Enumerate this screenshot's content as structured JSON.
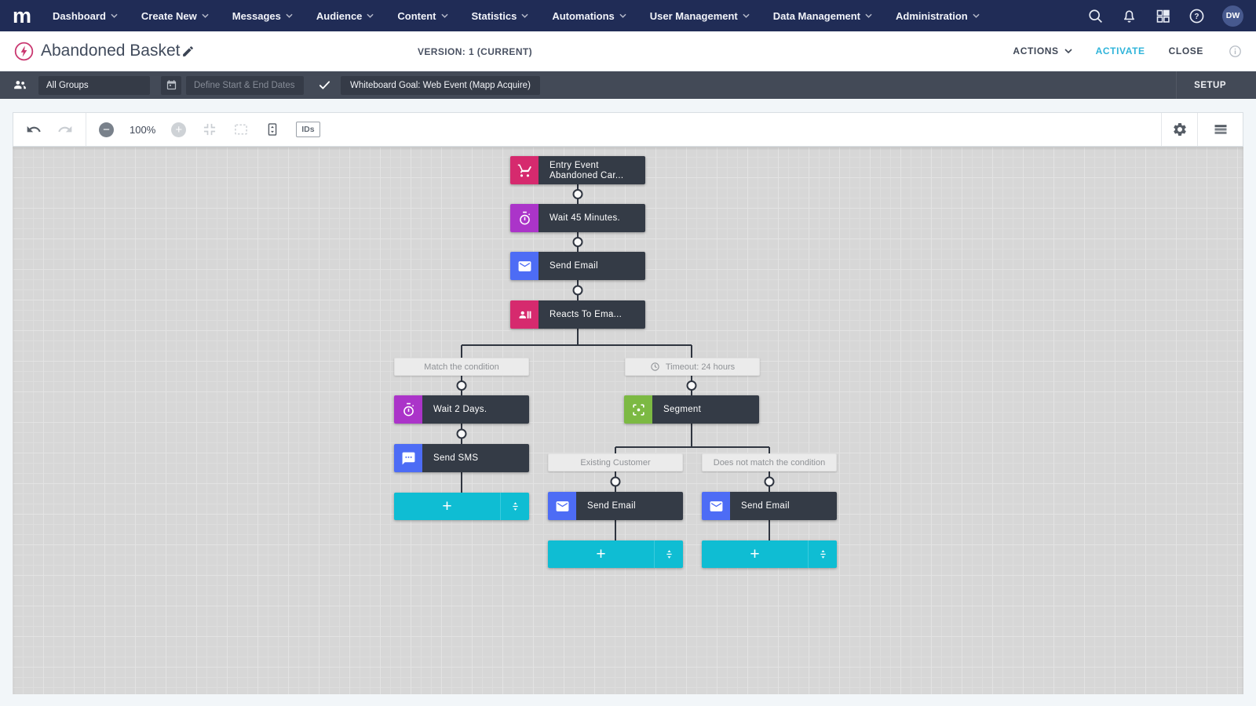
{
  "navbar": {
    "logo": "m",
    "menus": [
      "Dashboard",
      "Create New",
      "Messages",
      "Audience",
      "Content",
      "Statistics",
      "Automations",
      "User Management",
      "Data Management",
      "Administration"
    ],
    "avatar": "DW"
  },
  "header": {
    "title": "Abandoned Basket",
    "version": "VERSION: 1 (CURRENT)",
    "actions": "ACTIONS",
    "activate": "ACTIVATE",
    "close": "CLOSE"
  },
  "filterbar": {
    "groups": "All Groups",
    "dates_placeholder": "Define Start & End Dates",
    "goal": "Whiteboard Goal: Web Event (Mapp Acquire)",
    "setup": "SETUP"
  },
  "toolbar": {
    "zoom_level": "100%",
    "ids": "IDs"
  },
  "flow": {
    "nodes": [
      {
        "line1": "Entry Event",
        "line2": "Abandoned Car...",
        "type": "entry-event-abandoned-cart",
        "color": "#d62a6e"
      },
      {
        "label": "Wait 45 Minutes.",
        "type": "wait",
        "color": "#ab34c9"
      },
      {
        "label": "Send Email",
        "type": "send-email",
        "color": "#4d6cf5"
      },
      {
        "label": "Reacts To Ema...",
        "type": "reacts-to-email",
        "color": "#d62a6e"
      },
      {
        "label": "Wait 2 Days.",
        "type": "wait",
        "color": "#ab34c9"
      },
      {
        "label": "Send SMS",
        "type": "send-sms",
        "color": "#4d6cf5"
      },
      {
        "label": "Segment",
        "type": "segment",
        "color": "#7cb943"
      },
      {
        "label": "Send Email",
        "type": "send-email",
        "color": "#4d6cf5"
      },
      {
        "label": "Send Email",
        "type": "send-email",
        "color": "#4d6cf5"
      }
    ],
    "branch_labels": [
      "Match the condition",
      "Timeout: 24 hours",
      "Existing Customer",
      "Does not match the condition"
    ],
    "add_button": "+"
  },
  "colors": {
    "navy": "#202c56",
    "accent_cyan": "#0fbdd3",
    "activate_cyan": "#2fb4da",
    "node_dark": "#343b46",
    "pink": "#d62a6e",
    "purple": "#ab34c9",
    "blue": "#4d6cf5",
    "green": "#7cb943",
    "canvas_gray": "#d7d7d7"
  }
}
